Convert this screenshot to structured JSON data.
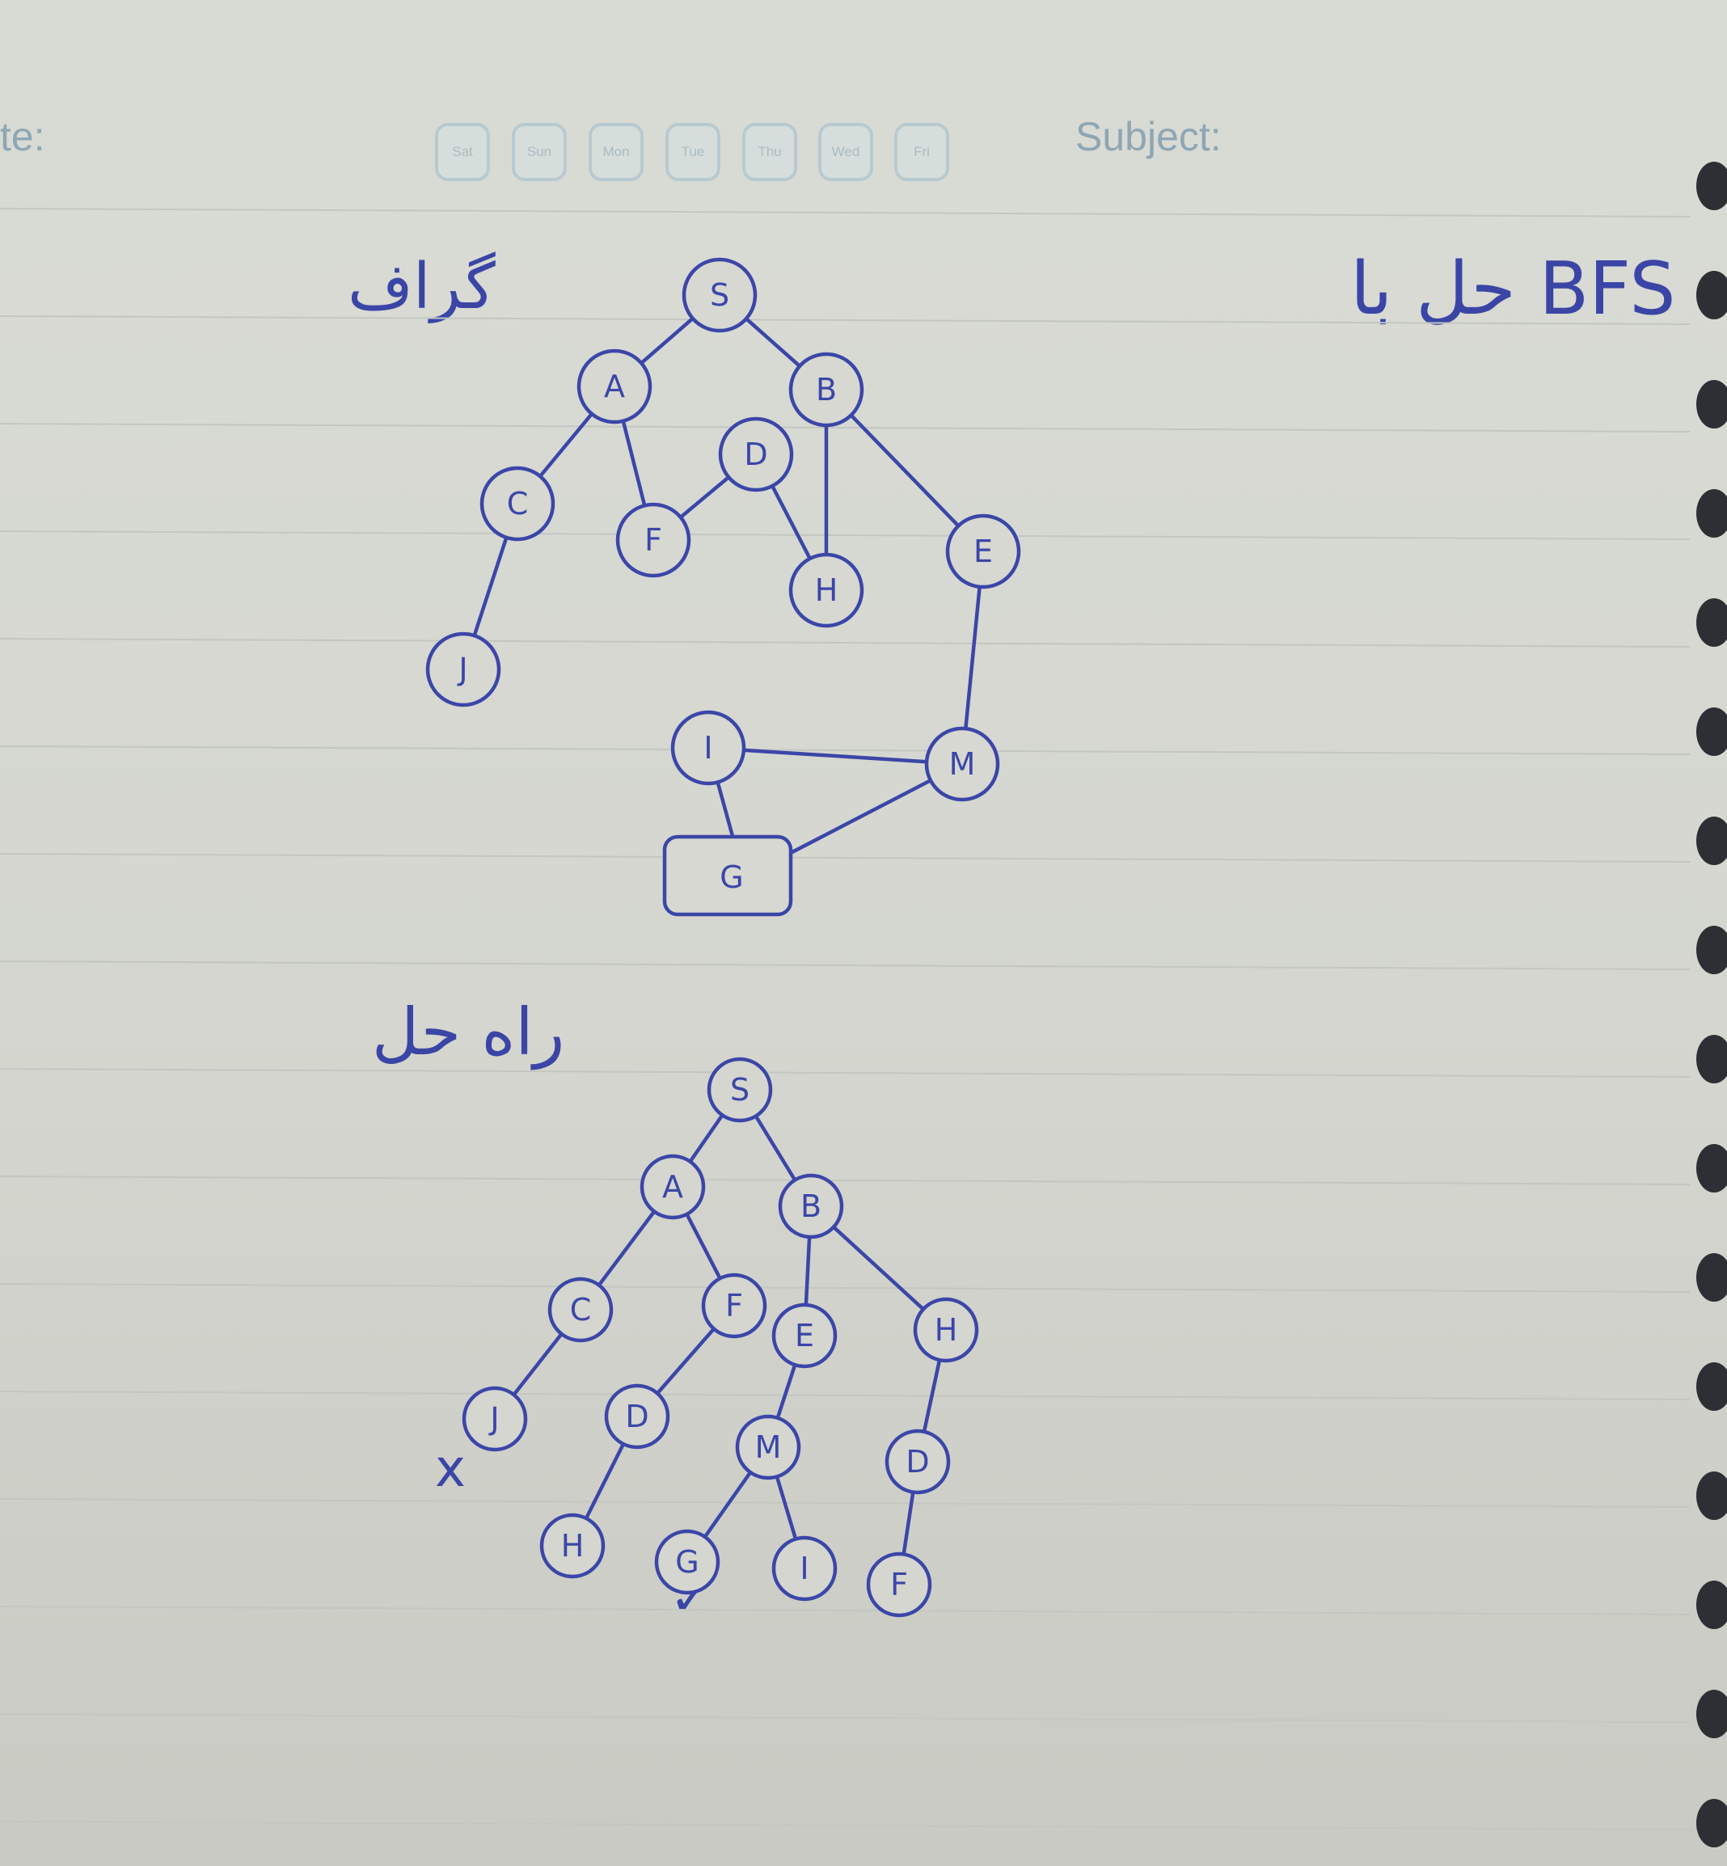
{
  "header": {
    "date_label": "te:",
    "subject_label": "Subject:",
    "days": [
      "Sat",
      "Sun",
      "Mon",
      "Tue",
      "Thu",
      "Wed",
      "Fri"
    ]
  },
  "notes": {
    "graph_label": "گراف",
    "title": "حل با BFS",
    "solution_label": "راه حل",
    "dead_end_mark": "x",
    "goal_mark": "✓"
  },
  "graph": {
    "nodes": [
      "S",
      "A",
      "B",
      "C",
      "F",
      "D",
      "H",
      "E",
      "J",
      "I",
      "M",
      "G"
    ],
    "edges": [
      [
        "S",
        "A"
      ],
      [
        "S",
        "B"
      ],
      [
        "A",
        "C"
      ],
      [
        "A",
        "F"
      ],
      [
        "F",
        "D"
      ],
      [
        "D",
        "H"
      ],
      [
        "B",
        "H"
      ],
      [
        "B",
        "E"
      ],
      [
        "C",
        "J"
      ],
      [
        "E",
        "M"
      ],
      [
        "I",
        "M"
      ],
      [
        "I",
        "G"
      ],
      [
        "M",
        "G"
      ]
    ],
    "goal": "G"
  },
  "bfs_tree": {
    "nodes": [
      "S",
      "A",
      "B",
      "C",
      "F",
      "E",
      "H",
      "J",
      "D",
      "M",
      "D",
      "H",
      "G",
      "I",
      "F"
    ],
    "edges": [
      [
        0,
        1
      ],
      [
        0,
        2
      ],
      [
        1,
        3
      ],
      [
        1,
        4
      ],
      [
        2,
        5
      ],
      [
        2,
        6
      ],
      [
        3,
        7
      ],
      [
        4,
        8
      ],
      [
        5,
        9
      ],
      [
        6,
        10
      ],
      [
        8,
        11
      ],
      [
        9,
        12
      ],
      [
        9,
        13
      ],
      [
        10,
        14
      ]
    ]
  }
}
